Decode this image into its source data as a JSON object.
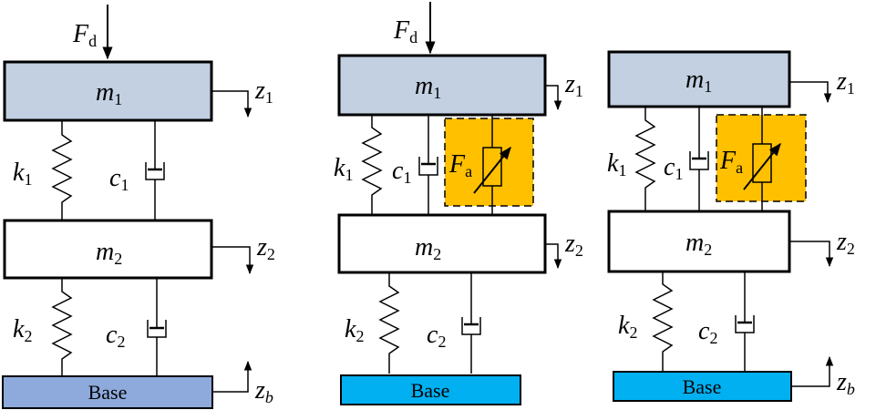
{
  "colors": {
    "mass1_fill": "#c2d0e2",
    "base_fill_left": "#8eaadc",
    "base_fill_right": "#00b0f0",
    "actuator_fill": "#ffc000",
    "stroke": "#000000"
  },
  "labels": {
    "force": "F",
    "force_sub": "d",
    "m": "m",
    "sub1": "1",
    "sub2": "2",
    "k": "k",
    "c": "c",
    "z": "z",
    "sub_b": "b",
    "actuator": "F",
    "actuator_sub": "a",
    "base": "Base"
  },
  "models": [
    {
      "id": "passive",
      "has_force": true,
      "has_actuator": false
    },
    {
      "id": "active-with-disturbance",
      "has_force": true,
      "has_actuator": true
    },
    {
      "id": "active",
      "has_force": false,
      "has_actuator": true
    }
  ]
}
